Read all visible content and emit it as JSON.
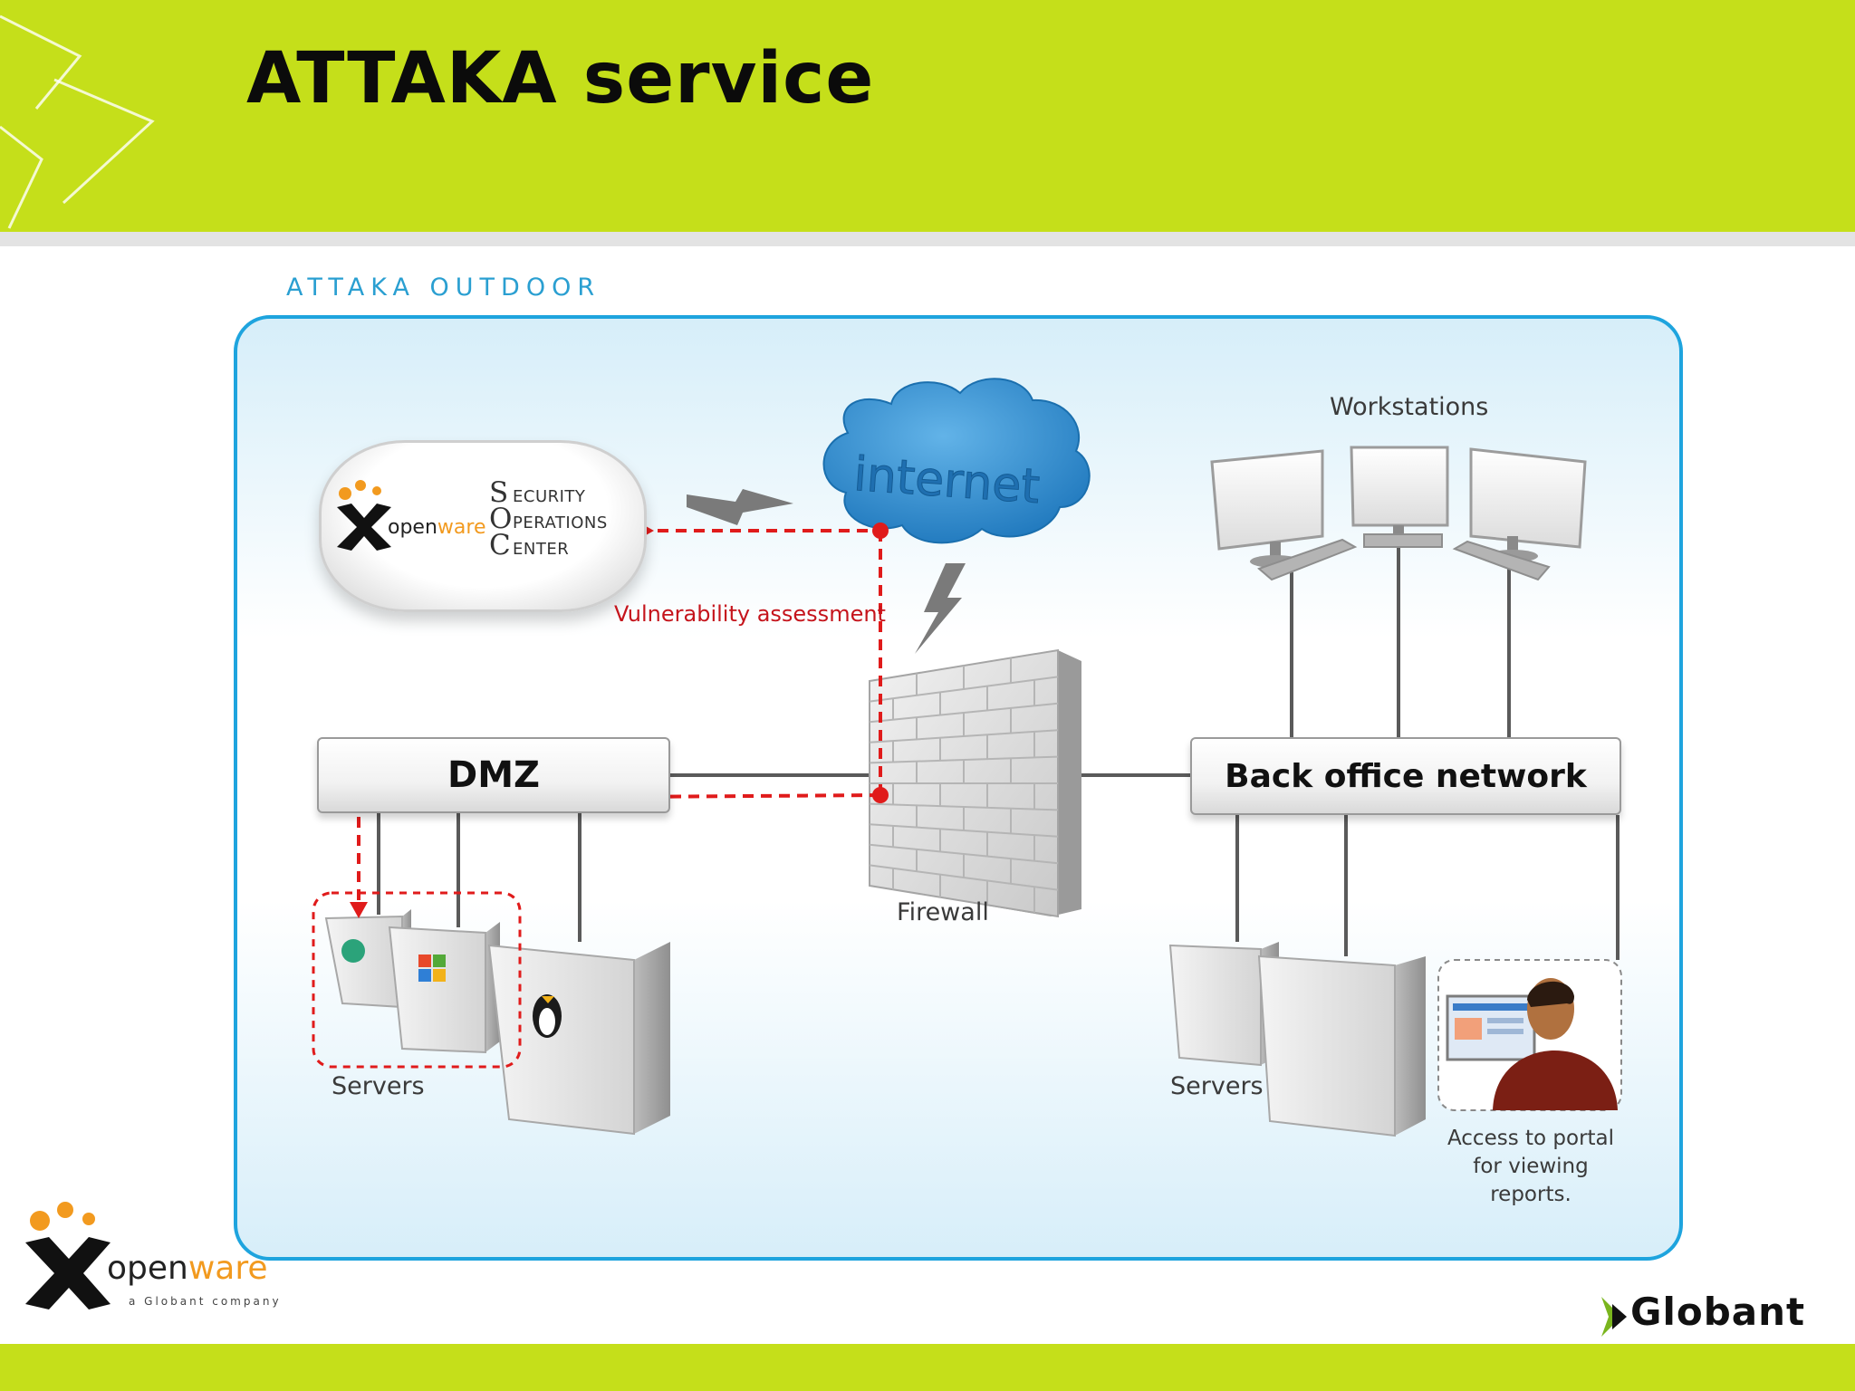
{
  "slide": {
    "title": "ATTAKA service",
    "section_label": "ATTAKA OUTDOOR"
  },
  "diagram": {
    "soc": {
      "logo_text_open": "open",
      "logo_text_ware": "ware",
      "lines": [
        {
          "initial": "S",
          "rest": "ECURITY"
        },
        {
          "initial": "O",
          "rest": "PERATIONS"
        },
        {
          "initial": "C",
          "rest": "ENTER"
        }
      ]
    },
    "internet_label": "internet",
    "vulnerability_label": "Vulnerability assessment",
    "dmz_label": "DMZ",
    "firewall_label": "Firewall",
    "back_office_label": "Back office network",
    "workstations_label": "Workstations",
    "servers_left_label": "Servers",
    "servers_right_label": "Servers",
    "portal_label_lines": [
      "Access to portal",
      "for viewing",
      "reports."
    ]
  },
  "footer": {
    "openware_open": "open",
    "openware_ware": "ware",
    "openware_tagline": "a Globant company",
    "globant_logo": "Globant"
  },
  "colors": {
    "accent_green": "#c5df1a",
    "frame_blue": "#1ea4de",
    "path_red": "#e01b1b",
    "cloud_blue": "#2f8fd0",
    "openware_orange": "#f29a1f"
  }
}
